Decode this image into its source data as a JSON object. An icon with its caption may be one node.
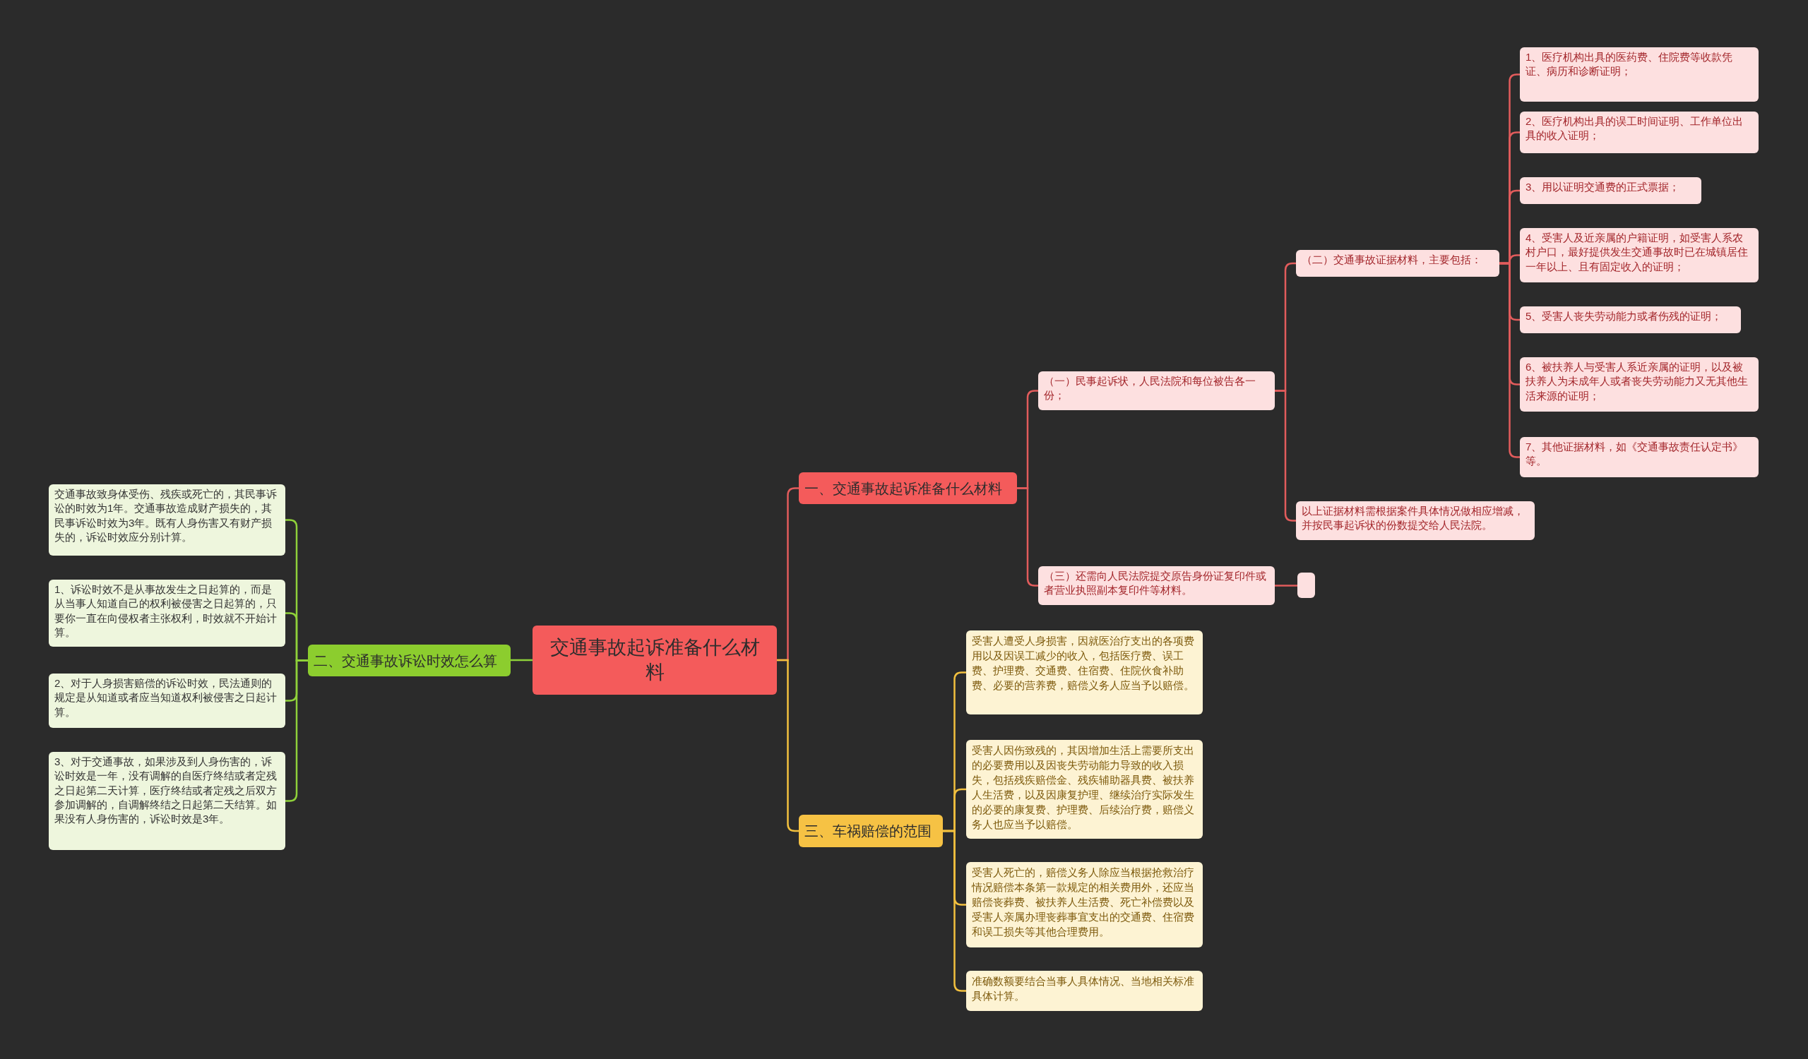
{
  "diagram": {
    "nodes": [
      {
        "text": [
          "交通事故起诉准备什么材料"
        ]
      },
      {
        "text": [
          "一、交通事故起诉准备什么材料"
        ]
      },
      {
        "text": [
          "（一）民事起诉状，人民法院和每位被告各一份；"
        ]
      },
      {
        "text": [
          "（二）交通事故证据材料，主要包括："
        ]
      },
      {
        "text": [
          "1、医疗机构出具的医药费、住院费等收款凭证、病历和诊断证明；"
        ]
      },
      {
        "text": [
          "2、医疗机构出具的误工时间证明、工作单位出具的收入证明；"
        ]
      },
      {
        "text": [
          "3、用以证明交通费的正式票据；"
        ]
      },
      {
        "text": [
          "4、受害人及近亲属的户籍证明，如受害人系农村户口，最好提供发生交通事故时已在城镇居住一年以上、且有固定收入的证明；"
        ]
      },
      {
        "text": [
          "5、受害人丧失劳动能力或者伤残的证明；"
        ]
      },
      {
        "text": [
          "6、被扶养人与受害人系近亲属的证明，以及被扶养人为未成年人或者丧失劳动能力又无其他生活来源的证明；"
        ]
      },
      {
        "text": [
          "7、其他证据材料，如《交通事故责任认定书》等。"
        ]
      },
      {
        "text": [
          "以上证据材料需根据案件具体情况做相应增减，并按民事起诉状的份数提交给人民法院。"
        ]
      },
      {
        "text": [
          "（三）还需向人民法院提交原告身份证复印件或者营业执照副本复印件等材料。"
        ]
      },
      {
        "text": [],
        "shape": "box"
      },
      {
        "text": [
          "三、车祸赔偿的范围"
        ]
      },
      {
        "text": [
          "受害人遭受人身损害，因就医治疗支出的各项费用以及因误工减少的收入，包括医疗费、误工费、护理费、交通费、住宿费、住院伙食补助费、必要的营养费，赔偿义务人应当予以赔偿。"
        ]
      },
      {
        "text": [
          "受害人因伤致残的，其因增加生活上需要所支出的必要费用以及因丧失劳动能力导致的收入损失，包括残疾赔偿金、残疾辅助器具费、被扶养人生活费，以及因康复护理、继续治疗实际发生的必要的康复费、护理费、后续治疗费，赔偿义务人也应当予以赔偿。"
        ]
      },
      {
        "text": [
          "受害人死亡的，赔偿义务人除应当根据抢救治疗情况赔偿本条第一款规定的相关费用外，还应当赔偿丧葬费、被扶养人生活费、死亡补偿费以及受害人亲属办理丧葬事宜支出的交通费、住宿费和误工损失等其他合理费用。"
        ]
      },
      {
        "text": [
          "准确数额要结合当事人具体情况、当地相关标准具体计算。"
        ]
      },
      {
        "text": [
          "二、交通事故诉讼时效怎么算"
        ]
      },
      {
        "text": [
          "交通事故致身体受伤、残疾或死亡的，其民事诉讼的时效为1年。交通事故造成财产损失的，其民事诉讼时效为3年。既有人身伤害又有财产损失的，诉讼时效应分别计算。"
        ]
      },
      {
        "text": [
          "1、诉讼时效不是从事故发生之日起算的，而是从当事人知道自己的权利被侵害之日起算的，只要你一直在向侵权者主张权利，时效就不开始计算。"
        ]
      },
      {
        "text": [
          "2、对于人身损害赔偿的诉讼时效，民法通则的规定是从知道或者应当知道权利被侵害之日起计算。"
        ]
      },
      {
        "text": [
          "3、对于交通事故，如果涉及到人身伤害的，诉讼时效是一年，没有调解的自医疗终结或者定残之日起第二天计算，医疗终结或者定残之后双方参加调解的，自调解终结之日起第二天结算。如果没有人身伤害的，诉讼时效是3年。"
        ]
      }
    ],
    "edges": [
      {
        "from": 0,
        "to": 1,
        "arrow": "none"
      },
      {
        "from": 1,
        "to": 2,
        "arrow": "none"
      },
      {
        "from": 2,
        "to": 3,
        "arrow": "none"
      },
      {
        "from": 3,
        "to": 4,
        "arrow": "none"
      },
      {
        "from": 3,
        "to": 5,
        "arrow": "none"
      },
      {
        "from": 3,
        "to": 6,
        "arrow": "none"
      },
      {
        "from": 3,
        "to": 7,
        "arrow": "none"
      },
      {
        "from": 3,
        "to": 8,
        "arrow": "none"
      },
      {
        "from": 3,
        "to": 9,
        "arrow": "none"
      },
      {
        "from": 3,
        "to": 10,
        "arrow": "none"
      },
      {
        "from": 2,
        "to": 11,
        "arrow": "none"
      },
      {
        "from": 1,
        "to": 12,
        "arrow": "none"
      },
      {
        "from": 12,
        "to": 13,
        "arrow": "none"
      },
      {
        "from": 0,
        "to": 14,
        "arrow": "none",
        "color": "#f2c03e"
      },
      {
        "from": 14,
        "to": 15,
        "arrow": "none",
        "color": "#f2c03e"
      },
      {
        "from": 14,
        "to": 16,
        "arrow": "none",
        "color": "#f2c03e"
      },
      {
        "from": 14,
        "to": 17,
        "arrow": "none",
        "color": "#f2c03e"
      },
      {
        "from": 14,
        "to": 18,
        "arrow": "none",
        "color": "#f2c03e"
      },
      {
        "from": 0,
        "to": 19,
        "arrow": "none",
        "color": "#8fd13a"
      },
      {
        "from": 19,
        "to": 20,
        "arrow": "none",
        "color": "#8fd13a"
      },
      {
        "from": 19,
        "to": 21,
        "arrow": "none",
        "color": "#8fd13a"
      },
      {
        "from": 19,
        "to": 22,
        "arrow": "none",
        "color": "#8fd13a"
      },
      {
        "from": 19,
        "to": 23,
        "arrow": "none",
        "color": "#8fd13a"
      }
    ]
  }
}
